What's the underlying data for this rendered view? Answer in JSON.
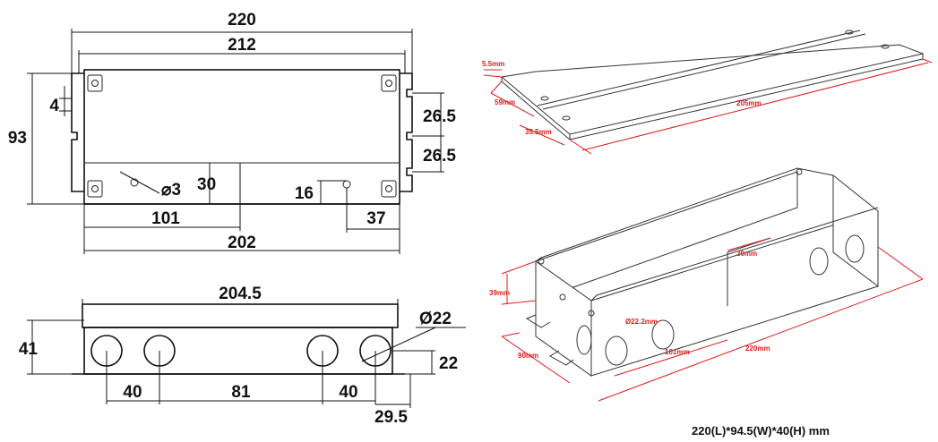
{
  "front_view": {
    "dim_overall_width": "220",
    "dim_inner_width": "212",
    "dim_height": "93",
    "dim_slot_4": "4",
    "dim_slot_pitch_top": "26.5",
    "dim_slot_pitch_bottom": "26.5",
    "dim_hole_dia": "⌀3",
    "dim_hole_height": "30",
    "dim_hole_x": "101",
    "dim_base_width": "202",
    "dim_small_hole_h": "16",
    "dim_small_hole_x": "37"
  },
  "side_view": {
    "dim_top_width": "204.5",
    "dim_height": "41",
    "dim_knockout_dia": "Ø22",
    "dim_knockout_height": "22",
    "dim_spacing_1": "40",
    "dim_spacing_2": "81",
    "dim_spacing_3": "40",
    "dim_edge": "29.5"
  },
  "lid_iso": {
    "dim_55": "5.5mm",
    "dim_59": "59mm",
    "dim_355": "35.5mm",
    "dim_205": "205mm"
  },
  "box_iso": {
    "dim_39": "39mm",
    "dim_30": "30mm",
    "dim_222": "Ø22.2mm",
    "dim_90": "90mm",
    "dim_101": "101mm",
    "dim_220": "220mm"
  },
  "caption": "220(L)*94.5(W)*40(H) mm"
}
